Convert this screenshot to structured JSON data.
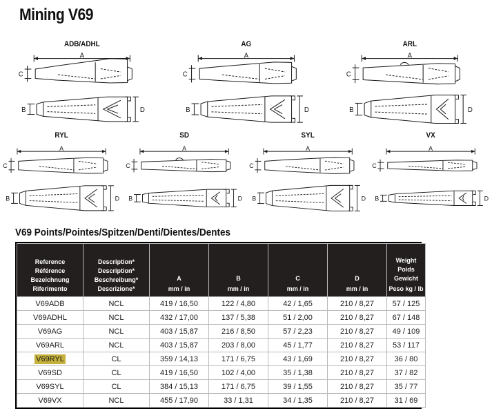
{
  "page": {
    "title": "Mining V69",
    "table_caption": "V69 Points/Pointes/Spitzen/Denti/Dientes/Dentes"
  },
  "drawings": {
    "dimension_letters": {
      "a": "A",
      "b": "B",
      "c": "C",
      "d": "D"
    },
    "row1": [
      {
        "label": "ADB/ADHL"
      },
      {
        "label": "AG"
      },
      {
        "label": "ARL"
      }
    ],
    "row2": [
      {
        "label": "RYL"
      },
      {
        "label": "SD"
      },
      {
        "label": "SYL"
      },
      {
        "label": "VX"
      }
    ]
  },
  "table": {
    "headers": [
      {
        "lines": [
          "Reference",
          "Référence",
          "Bezeichnung",
          "Riferimento"
        ],
        "unit": ""
      },
      {
        "lines": [
          "Description*",
          "Description*",
          "Beschreibung*",
          "Descrizione*"
        ],
        "unit": ""
      },
      {
        "lines": [
          "A"
        ],
        "unit": "mm / in"
      },
      {
        "lines": [
          "B"
        ],
        "unit": "mm / in"
      },
      {
        "lines": [
          "C"
        ],
        "unit": "mm / in"
      },
      {
        "lines": [
          "D"
        ],
        "unit": "mm / in"
      },
      {
        "lines": [
          "Weight",
          "Poids",
          "Gewicht"
        ],
        "unit": "Peso kg / lb"
      }
    ],
    "highlight_color": "#c5b13c",
    "highlighted_reference": "V69RYL",
    "rows": [
      {
        "reference": "V69ADB",
        "description": "NCL",
        "a": "419 / 16,50",
        "b": "122 / 4,80",
        "c": "42 / 1,65",
        "d": "210 / 8,27",
        "weight": "57 / 125",
        "highlighted": false
      },
      {
        "reference": "V69ADHL",
        "description": "NCL",
        "a": "432 / 17,00",
        "b": "137 / 5,38",
        "c": "51 / 2,00",
        "d": "210 / 8,27",
        "weight": "67 / 148",
        "highlighted": false
      },
      {
        "reference": "V69AG",
        "description": "NCL",
        "a": "403 / 15,87",
        "b": "216 / 8,50",
        "c": "57 / 2,23",
        "d": "210 / 8,27",
        "weight": "49 / 109",
        "highlighted": false
      },
      {
        "reference": "V69ARL",
        "description": "NCL",
        "a": "403 / 15,87",
        "b": "203 / 8,00",
        "c": "45 / 1,77",
        "d": "210 / 8,27",
        "weight": "53 / 117",
        "highlighted": false
      },
      {
        "reference": "V69RYL",
        "description": "CL",
        "a": "359 / 14,13",
        "b": "171 / 6,75",
        "c": "43 / 1,69",
        "d": "210 / 8,27",
        "weight": "36 / 80",
        "highlighted": true
      },
      {
        "reference": "V69SD",
        "description": "CL",
        "a": "419 / 16,50",
        "b": "102 / 4,00",
        "c": "35 / 1,38",
        "d": "210 / 8,27",
        "weight": "37 / 82",
        "highlighted": false
      },
      {
        "reference": "V69SYL",
        "description": "CL",
        "a": "384 / 15,13",
        "b": "171 / 6,75",
        "c": "39 / 1,55",
        "d": "210 / 8,27",
        "weight": "35 / 77",
        "highlighted": false
      },
      {
        "reference": "V69VX",
        "description": "NCL",
        "a": "455 / 17,90",
        "b": "33 / 1,31",
        "c": "34 / 1,35",
        "d": "210 / 8,27",
        "weight": "31 / 69",
        "highlighted": false
      }
    ]
  }
}
